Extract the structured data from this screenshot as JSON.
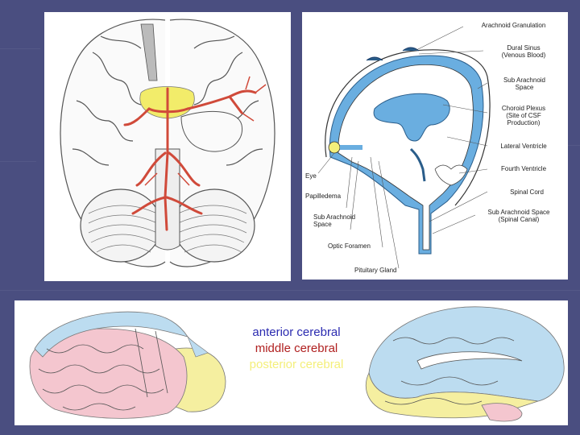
{
  "csf_diagram": {
    "labels": {
      "arachnoid_granulation": "Arachnoid Granulation",
      "dural_sinus": "Dural Sinus\n(Venous Blood)",
      "sub_arachnoid_space": "Sub Arachnoid\nSpace",
      "choroid_plexus": "Choroid Plexus\n(Site of CSF\nProduction)",
      "lateral_ventricle": "Lateral Ventricle",
      "fourth_ventricle": "Fourth Ventricle",
      "eye": "Eye",
      "papilledema": "Papilledema",
      "spinal_cord": "Spinal Cord",
      "sub_arachnoid_space_left": "Sub Arachnoid\nSpace",
      "sub_arachnoid_space_spinal": "Sub Arachnoid Space\n(Spinal Canal)",
      "optic_foramen": "Optic Foramen",
      "pituitary_gland": "Pituitary Gland"
    }
  },
  "legend": {
    "anterior": "anterior cerebral",
    "middle": "middle cerebral",
    "posterior": "posterior cerebral",
    "anterior_color": "#2b2bb0",
    "middle_color": "#b02020",
    "posterior_color": "#f4ef7a"
  },
  "territory_colors": {
    "anterior": "#bcdcf0",
    "middle": "#f4c6cf",
    "posterior": "#f5efa0",
    "csf": "#6aaee0",
    "artery": "#d04a3a"
  }
}
